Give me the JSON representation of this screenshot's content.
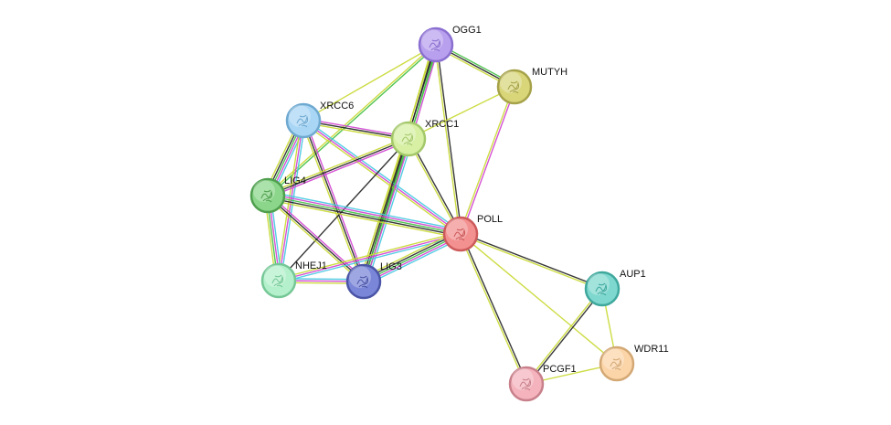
{
  "network": {
    "nodes": [
      {
        "id": "OGG1",
        "label": "OGG1",
        "color": "#b9a0ee",
        "stroke": "#8a6fd0"
      },
      {
        "id": "MUTYH",
        "label": "MUTYH",
        "color": "#d9d67a",
        "stroke": "#a6a24a"
      },
      {
        "id": "XRCC6",
        "label": "XRCC6",
        "color": "#a9d6f5",
        "stroke": "#6fa9d0"
      },
      {
        "id": "XRCC1",
        "label": "XRCC1",
        "color": "#d7f0a4",
        "stroke": "#a3c86a"
      },
      {
        "id": "LIG4",
        "label": "LIG4",
        "color": "#8bd68a",
        "stroke": "#4f9f4e"
      },
      {
        "id": "POLL",
        "label": "POLL",
        "color": "#f39090",
        "stroke": "#cc5a5a"
      },
      {
        "id": "NHEJ1",
        "label": "NHEJ1",
        "color": "#b3f0cb",
        "stroke": "#75c796"
      },
      {
        "id": "LIG3",
        "label": "LIG3",
        "color": "#7a86d8",
        "stroke": "#4a55a6"
      },
      {
        "id": "AUP1",
        "label": "AUP1",
        "color": "#7fd8cf",
        "stroke": "#3fa89d"
      },
      {
        "id": "WDR11",
        "label": "WDR11",
        "color": "#fbd4a8",
        "stroke": "#d3a874"
      },
      {
        "id": "PCGF1",
        "label": "PCGF1",
        "color": "#f4b3bd",
        "stroke": "#c8808b"
      }
    ],
    "edges": [
      {
        "source": "OGG1",
        "target": "MUTYH",
        "colors": [
          "#3fbf3f",
          "#222222",
          "#c8d830"
        ]
      },
      {
        "source": "OGG1",
        "target": "XRCC6",
        "colors": [
          "#c8d830"
        ]
      },
      {
        "source": "OGG1",
        "target": "XRCC1",
        "colors": [
          "#d040d0",
          "#3fbf3f",
          "#222222",
          "#c8d830"
        ]
      },
      {
        "source": "OGG1",
        "target": "LIG4",
        "colors": [
          "#3fbf3f",
          "#c8d830"
        ]
      },
      {
        "source": "OGG1",
        "target": "POLL",
        "colors": [
          "#222222",
          "#c8d830"
        ]
      },
      {
        "source": "OGG1",
        "target": "LIG3",
        "colors": [
          "#3fbf3f",
          "#222222",
          "#c8d830"
        ]
      },
      {
        "source": "MUTYH",
        "target": "POLL",
        "colors": [
          "#d040d0",
          "#c8d830"
        ]
      },
      {
        "source": "MUTYH",
        "target": "XRCC1",
        "colors": [
          "#c8d830"
        ]
      },
      {
        "source": "XRCC6",
        "target": "XRCC1",
        "colors": [
          "#d040d0",
          "#222222",
          "#c8d830"
        ]
      },
      {
        "source": "XRCC6",
        "target": "LIG4",
        "colors": [
          "#40c8e0",
          "#d040d0",
          "#3fbf3f",
          "#222222",
          "#c8d830"
        ]
      },
      {
        "source": "XRCC6",
        "target": "POLL",
        "colors": [
          "#40c8e0",
          "#d040d0",
          "#c8d830"
        ]
      },
      {
        "source": "XRCC6",
        "target": "NHEJ1",
        "colors": [
          "#40c8e0",
          "#d040d0",
          "#c8d830"
        ]
      },
      {
        "source": "XRCC6",
        "target": "LIG3",
        "colors": [
          "#d040d0",
          "#222222",
          "#c8d830"
        ]
      },
      {
        "source": "XRCC1",
        "target": "LIG4",
        "colors": [
          "#d040d0",
          "#222222",
          "#c8d830"
        ]
      },
      {
        "source": "XRCC1",
        "target": "POLL",
        "colors": [
          "#222222",
          "#c8d830"
        ]
      },
      {
        "source": "XRCC1",
        "target": "LIG3",
        "colors": [
          "#40c8e0",
          "#d040d0",
          "#3fbf3f",
          "#222222",
          "#c8d830"
        ]
      },
      {
        "source": "XRCC1",
        "target": "NHEJ1",
        "colors": [
          "#222222"
        ]
      },
      {
        "source": "LIG4",
        "target": "POLL",
        "colors": [
          "#40c8e0",
          "#d040d0",
          "#3fbf3f",
          "#222222",
          "#c8d830"
        ]
      },
      {
        "source": "LIG4",
        "target": "NHEJ1",
        "colors": [
          "#40c8e0",
          "#d040d0",
          "#3fbf3f",
          "#c8d830"
        ]
      },
      {
        "source": "LIG4",
        "target": "LIG3",
        "colors": [
          "#d040d0",
          "#222222",
          "#c8d830"
        ]
      },
      {
        "source": "POLL",
        "target": "NHEJ1",
        "colors": [
          "#40c8e0",
          "#d040d0",
          "#c8d830"
        ]
      },
      {
        "source": "POLL",
        "target": "LIG3",
        "colors": [
          "#40c8e0",
          "#d040d0",
          "#3fbf3f",
          "#222222",
          "#c8d830"
        ]
      },
      {
        "source": "NHEJ1",
        "target": "LIG3",
        "colors": [
          "#40c8e0",
          "#d040d0",
          "#c8d830"
        ]
      },
      {
        "source": "POLL",
        "target": "AUP1",
        "colors": [
          "#222222",
          "#c8d830"
        ]
      },
      {
        "source": "POLL",
        "target": "WDR11",
        "colors": [
          "#c8d830"
        ]
      },
      {
        "source": "POLL",
        "target": "PCGF1",
        "colors": [
          "#222222",
          "#c8d830"
        ]
      },
      {
        "source": "AUP1",
        "target": "PCGF1",
        "colors": [
          "#222222",
          "#c8d830"
        ]
      },
      {
        "source": "AUP1",
        "target": "WDR11",
        "colors": [
          "#c8d830"
        ]
      },
      {
        "source": "WDR11",
        "target": "PCGF1",
        "colors": [
          "#c8d830"
        ]
      }
    ]
  }
}
